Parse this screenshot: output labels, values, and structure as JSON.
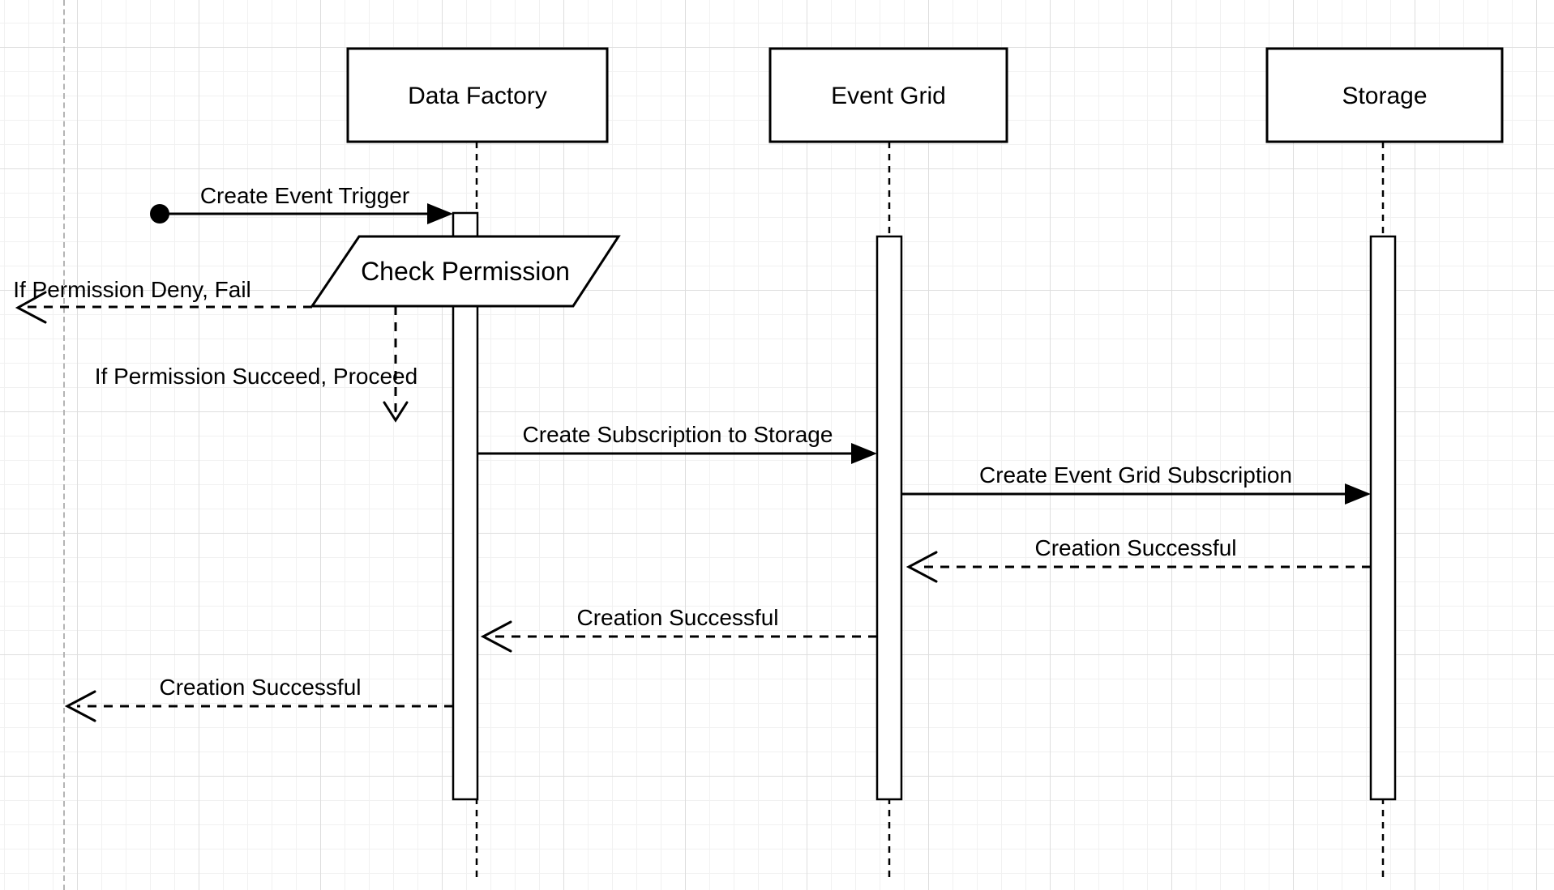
{
  "actors": [
    {
      "label": "Data Factory"
    },
    {
      "label": "Event Grid"
    },
    {
      "label": "Storage"
    }
  ],
  "messages": [
    {
      "label": "Create Event Trigger",
      "from": "start",
      "to": "Data Factory",
      "line": "solid"
    },
    {
      "label": "Check Permission",
      "actor": "Data Factory",
      "shape": "parallelogram"
    },
    {
      "label": "If Permission Deny, Fail",
      "from": "Data Factory",
      "to": "outside-left",
      "line": "dashed"
    },
    {
      "label": "If Permission Succeed, Proceed",
      "from": "Check Permission",
      "to": "Data Factory",
      "line": "dashed"
    },
    {
      "label": "Create Subscription to Storage",
      "from": "Data Factory",
      "to": "Event Grid",
      "line": "solid"
    },
    {
      "label": "Create Event Grid Subscription",
      "from": "Event Grid",
      "to": "Storage",
      "line": "solid"
    },
    {
      "label": "Creation Successful",
      "from": "Storage",
      "to": "Event Grid",
      "line": "dashed"
    },
    {
      "label": "Creation Successful",
      "from": "Event Grid",
      "to": "Data Factory",
      "line": "dashed"
    },
    {
      "label": "Creation Successful",
      "from": "Data Factory",
      "to": "outside-left",
      "line": "dashed"
    }
  ],
  "colors": {
    "stroke": "#000000",
    "shape_fill": "#ffffff",
    "background": "#ffffff",
    "grid_minor": "#f1f1f1",
    "grid_major": "#dedede",
    "guide_line": "#b4b4b4"
  }
}
